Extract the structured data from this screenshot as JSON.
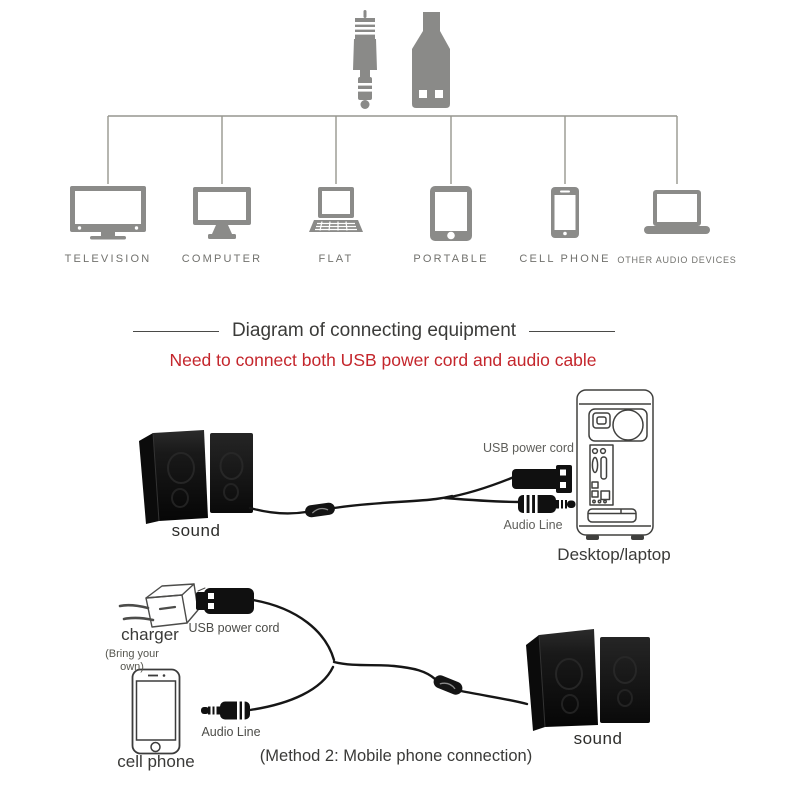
{
  "colors": {
    "accent_red": "#c4262c",
    "icon_gray": "#8b8b89",
    "line_gray": "#96968f",
    "ink": "#3b3b39",
    "cable_black": "#141414"
  },
  "top_row": {
    "connector_icons": [
      "audio-jack",
      "usb-plug"
    ],
    "devices": [
      {
        "label": "TELEVISION"
      },
      {
        "label": "COMPUTER"
      },
      {
        "label": "FLAT"
      },
      {
        "label": "PORTABLE"
      },
      {
        "label": "CELL PHONE"
      },
      {
        "label": "OTHER AUDIO DEVICES"
      }
    ]
  },
  "heading": {
    "title": "Diagram of connecting equipment",
    "subtitle": "Need to connect both USB power cord and audio cable"
  },
  "method1": {
    "speakers_label": "sound",
    "usb_cord_label": "USB power cord",
    "audio_line_label": "Audio Line",
    "device_label": "Desktop/laptop"
  },
  "method2": {
    "charger_label": "charger",
    "charger_note": "(Bring your own)",
    "usb_cord_label": "USB power cord",
    "phone_label": "cell phone",
    "audio_line_label": "Audio Line",
    "caption": "(Method 2: Mobile phone connection)",
    "speakers_label": "sound"
  }
}
